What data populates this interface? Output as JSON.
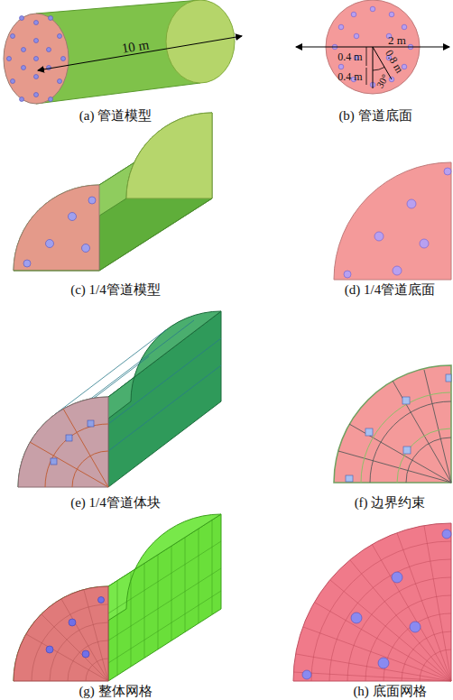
{
  "diagram": {
    "labels": [
      "10 m",
      "2 m",
      "0.4 m",
      "0.4 m",
      "0.8 m",
      "30°",
      "(a) 管道模型",
      "(b) 管道底面",
      "(c) 1/4管道模型",
      "(d) 1/4管道底面",
      "(e) 1/4管道体块",
      "(f) 边界约束",
      "(g) 整体网格",
      "(h) 底面网格"
    ]
  }
}
